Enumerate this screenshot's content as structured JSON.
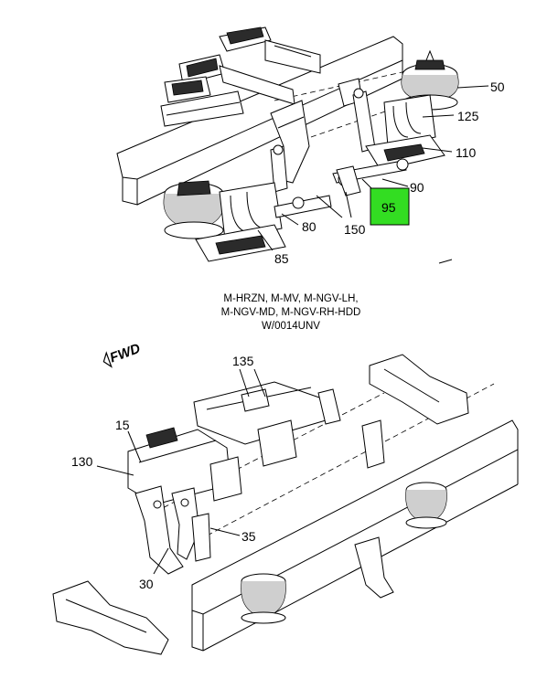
{
  "diagram": {
    "callouts_top": [
      "50",
      "125",
      "110",
      "90",
      "95",
      "80",
      "150",
      "85"
    ],
    "highlight_color": "#33dd22",
    "caption": [
      "M-HRZN, M-MV, M-NGV-LH,",
      "M-NGV-MD, M-NGV-RH-HDD",
      "W/0014UNV"
    ],
    "fwd_label": "FWD",
    "callouts_bottom": [
      "135",
      "15",
      "130",
      "35",
      "30"
    ]
  }
}
